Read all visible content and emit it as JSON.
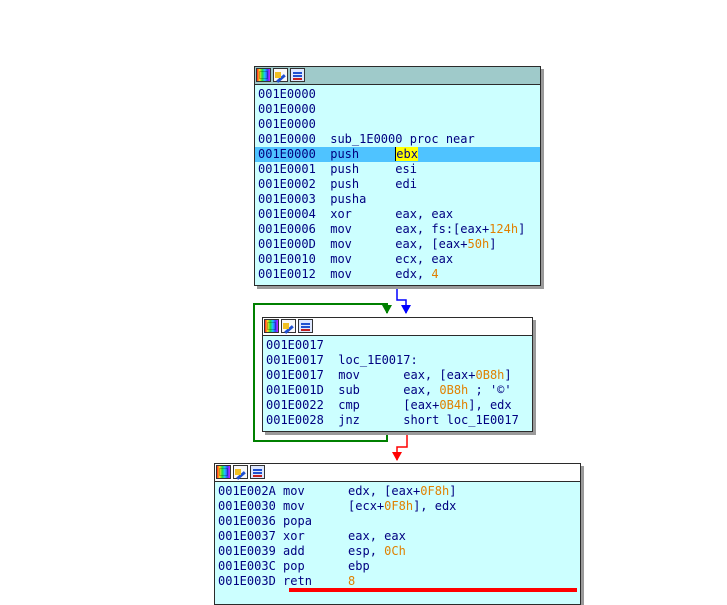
{
  "colors": {
    "node_bg": "#ccffff",
    "selected_line": "#4fc3ff",
    "highlight": "#ffff00",
    "number": "#e08000",
    "text": "#000080",
    "edge_true": "#008000",
    "edge_false": "#ff0000",
    "edge_normal": "#0000ff"
  },
  "node_icons": [
    "color-palette-icon",
    "edit-node-icon",
    "graph-overview-icon"
  ],
  "block1": {
    "lines": [
      {
        "addr": "001E0000"
      },
      {
        "addr": "001E0000"
      },
      {
        "addr": "001E0000"
      },
      {
        "addr": "001E0000",
        "label": "sub_1E0000 proc near"
      },
      {
        "addr": "001E0000",
        "mn": "push",
        "op_hl": "ebx"
      },
      {
        "addr": "001E0001",
        "mn": "push",
        "op": "esi"
      },
      {
        "addr": "001E0002",
        "mn": "push",
        "op": "edi"
      },
      {
        "addr": "001E0003",
        "mn": "pusha"
      },
      {
        "addr": "001E0004",
        "mn": "xor",
        "op": "eax, eax"
      },
      {
        "addr": "001E0006",
        "mn": "mov",
        "op_a": "eax, fs:[eax+",
        "op_n": "124h",
        "op_b": "]"
      },
      {
        "addr": "001E000D",
        "mn": "mov",
        "op_a": "eax, [eax+",
        "op_n": "50h",
        "op_b": "]"
      },
      {
        "addr": "001E0010",
        "mn": "mov",
        "op": "ecx, eax"
      },
      {
        "addr": "001E0012",
        "mn": "mov",
        "op_a": "edx, ",
        "op_n": "4"
      }
    ]
  },
  "block2": {
    "lines": [
      {
        "addr": "001E0017"
      },
      {
        "addr": "001E0017",
        "label": "loc_1E0017:"
      },
      {
        "addr": "001E0017",
        "mn": "mov",
        "op_a": "eax, [eax+",
        "op_n": "0B8h",
        "op_b": "]"
      },
      {
        "addr": "001E001D",
        "mn": "sub",
        "op_a": "eax, ",
        "op_n": "0B8h",
        "op_b": " ; '©'"
      },
      {
        "addr": "001E0022",
        "mn": "cmp",
        "op_a": "[eax+",
        "op_n": "0B4h",
        "op_b": "], edx"
      },
      {
        "addr": "001E0028",
        "mn": "jnz",
        "op": "short loc_1E0017"
      }
    ]
  },
  "block3": {
    "lines": [
      {
        "addr": "001E002A",
        "mn": "mov",
        "op_a": "edx, [eax+",
        "op_n": "0F8h",
        "op_b": "]"
      },
      {
        "addr": "001E0030",
        "mn": "mov",
        "op_a": "[ecx+",
        "op_n": "0F8h",
        "op_b": "], edx"
      },
      {
        "addr": "001E0036",
        "mn": "popa"
      },
      {
        "addr": "001E0037",
        "mn": "xor",
        "op": "eax, eax"
      },
      {
        "addr": "001E0039",
        "mn": "add",
        "op_a": "esp, ",
        "op_n": "0Ch"
      },
      {
        "addr": "001E003C",
        "mn": "pop",
        "op": "ebp"
      },
      {
        "addr": "001E003D",
        "mn": "retn",
        "op_n": "8"
      }
    ]
  }
}
